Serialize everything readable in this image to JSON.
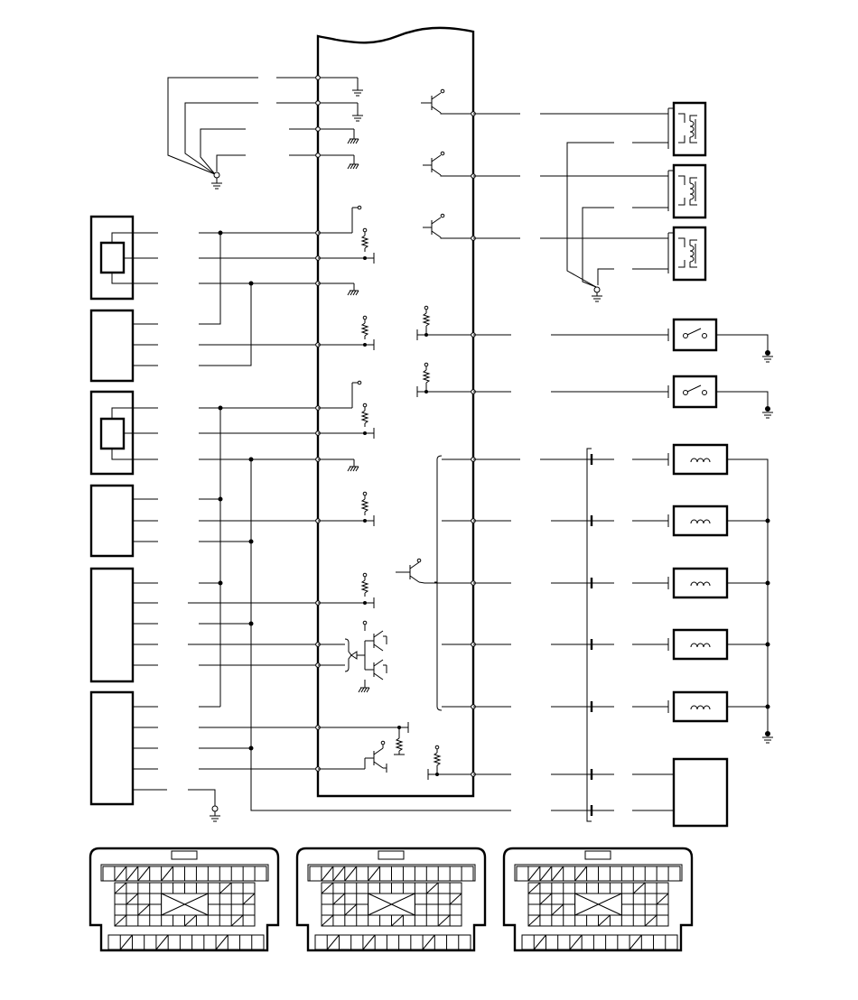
{
  "diagram": {
    "type": "engine-ecu-wiring-schematic",
    "components": {
      "ecu": {
        "icon": "ecu-block-icon"
      },
      "sensors_left": {
        "count": 6,
        "icon": "sensor-connector-icon"
      },
      "ignition_coils": {
        "count": 3,
        "icon": "coil-icon"
      },
      "switches": {
        "count": 2,
        "icon": "switch-icon"
      },
      "injectors": {
        "count": 5,
        "icon": "injector-solenoid-icon"
      },
      "module_bottom_right": {
        "count": 1
      },
      "grounds": {
        "icon": "ground-icon"
      },
      "transistors": {
        "icon": "transistor-icon"
      },
      "resistors": {
        "icon": "resistor-icon"
      }
    },
    "connectors": [
      {
        "name": "connector-1",
        "icon": "multi-pin-connector-icon"
      },
      {
        "name": "connector-2",
        "icon": "multi-pin-connector-icon"
      },
      {
        "name": "connector-3",
        "icon": "multi-pin-connector-icon"
      }
    ],
    "colors": {
      "line": "#000000",
      "background": "#ffffff"
    }
  }
}
